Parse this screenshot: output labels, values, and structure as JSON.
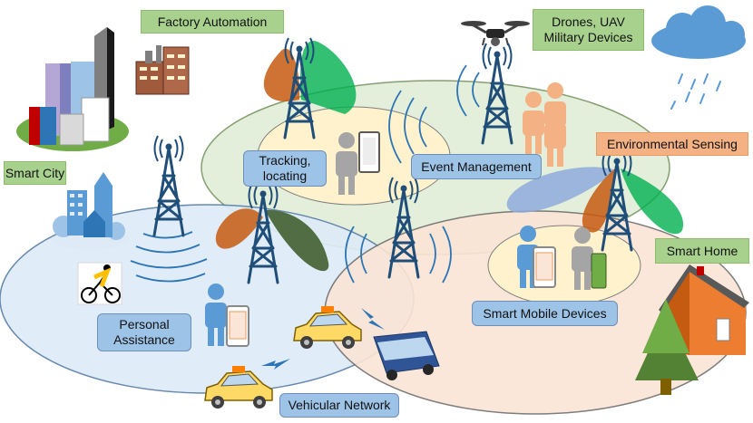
{
  "labels": {
    "factory_automation": "Factory Automation",
    "drones": [
      "Drones, UAV",
      "Military Devices"
    ],
    "smart_city": "Smart City",
    "environmental_sensing": "Environmental Sensing",
    "smart_home": "Smart Home",
    "tracking": [
      "Tracking,",
      "locating"
    ],
    "event_management": "Event Management",
    "smart_mobile_devices": "Smart Mobile Devices",
    "personal_assistance": [
      "Personal",
      "Assistance"
    ],
    "vehicular_network": "Vehicular Network"
  },
  "colors": {
    "green_label": "#a9d18e",
    "orange_label": "#f4b183",
    "blue_label": "#9dc3e6",
    "zone_green": "#e2efd9",
    "zone_blue": "#deebf7",
    "zone_peach": "#fbe5d6",
    "zone_yellow": "#fff2cc",
    "tower": "#1f4e79",
    "lobe_orange": "#c55a11",
    "lobe_green": "#00b050",
    "lobe_dark_green": "#385723",
    "lobe_grey_blue": "#8faadc",
    "signal_wave": "#2e75b6",
    "person_blue": "#5b9bd5",
    "person_grey": "#a5a5a5",
    "person_peach": "#f4b183",
    "taxi_yellow": "#ffd966",
    "bus_blue": "#2f5597"
  },
  "icons": [
    "skyscraper-icon",
    "factory-icon",
    "drone-icon",
    "cloud-icon",
    "rain-icon",
    "cell-tower-icon",
    "antenna-lobe-icon",
    "signal-wave-icon",
    "person-icon",
    "smartphone-icon",
    "tablet-icon",
    "taxi-icon",
    "bus-icon",
    "house-icon",
    "tree-icon",
    "cyclist-icon",
    "city-icon",
    "lightning-icon"
  ]
}
